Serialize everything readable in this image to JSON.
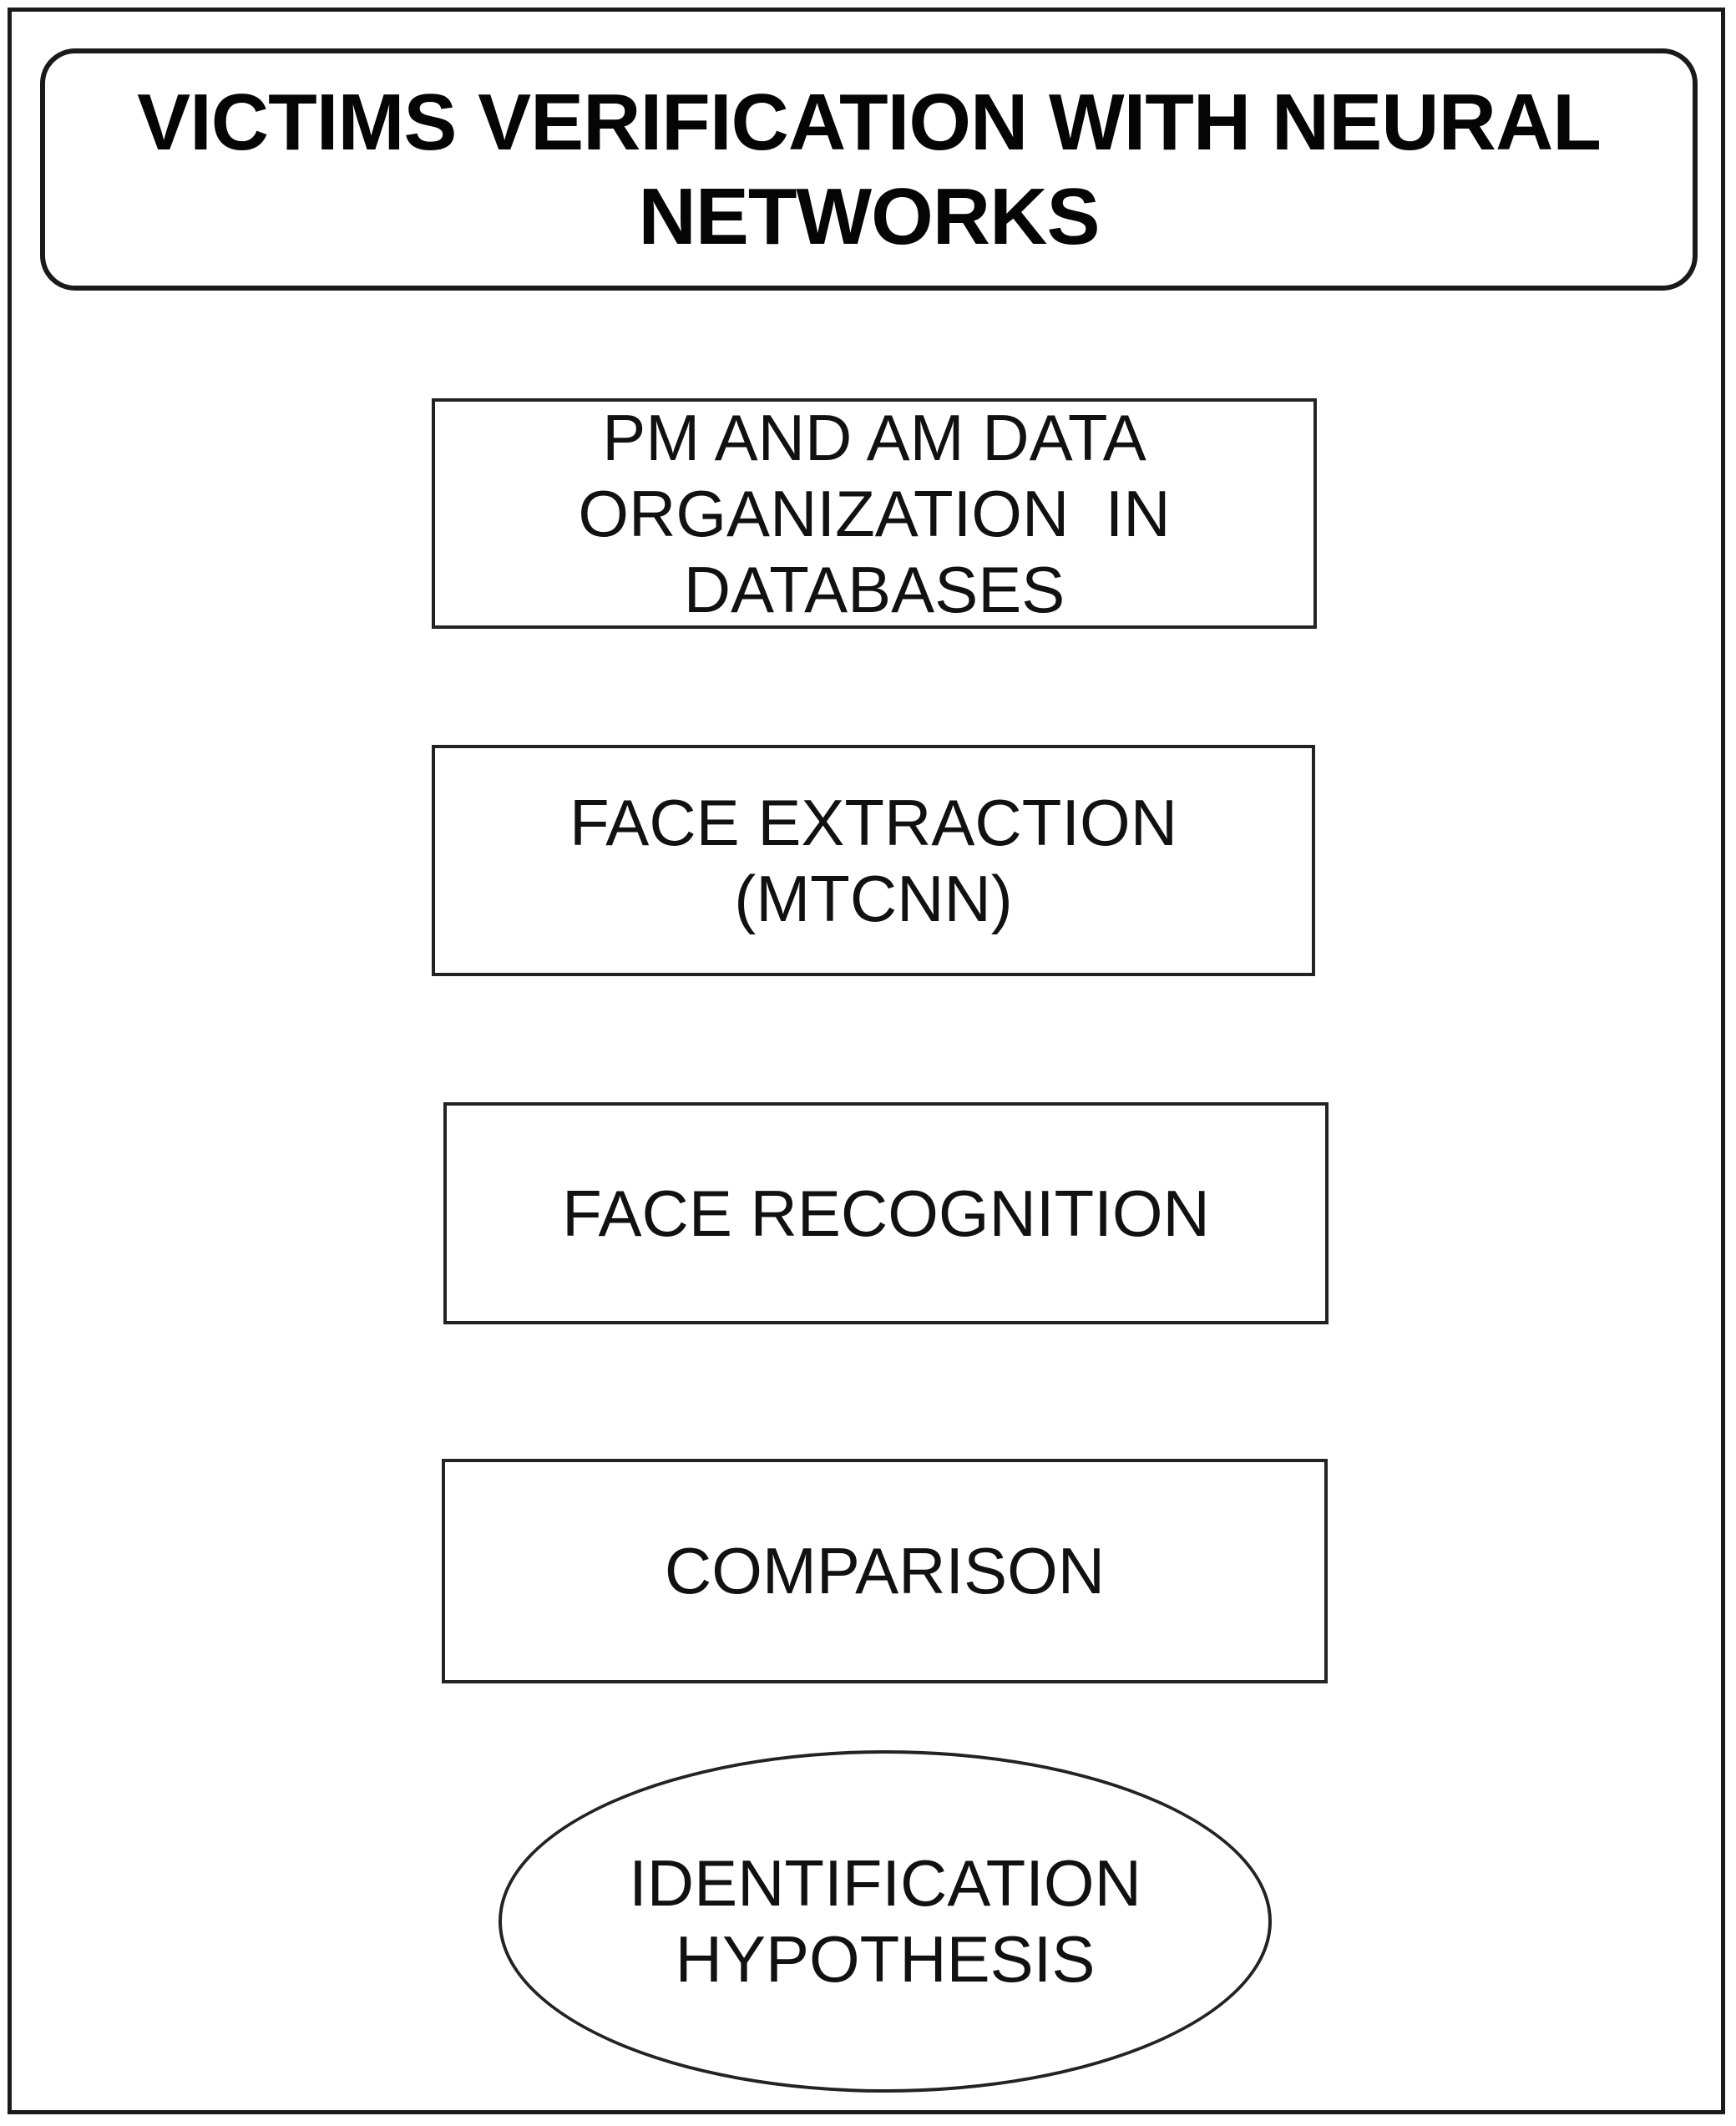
{
  "diagram": {
    "type": "flowchart",
    "title": "VICTIMS VERIFICATION WITH NEURAL\nNETWORKS",
    "nodes": [
      {
        "id": "pm-am-data-organization",
        "shape": "rectangle",
        "label": "PM AND AM DATA\nORGANIZATION  IN\nDATABASES"
      },
      {
        "id": "face-extraction",
        "shape": "rectangle",
        "label": "FACE EXTRACTION\n(MTCNN)"
      },
      {
        "id": "face-recognition",
        "shape": "rectangle",
        "label": "FACE RECOGNITION"
      },
      {
        "id": "comparison",
        "shape": "rectangle",
        "label": "COMPARISON"
      },
      {
        "id": "identification-hypothesis",
        "shape": "ellipse",
        "label": "IDENTIFICATION\nHYPOTHESIS"
      }
    ],
    "colors": {
      "background": "#ffffff",
      "border": "#1a1a1a",
      "text": "#0d0d0d"
    }
  }
}
